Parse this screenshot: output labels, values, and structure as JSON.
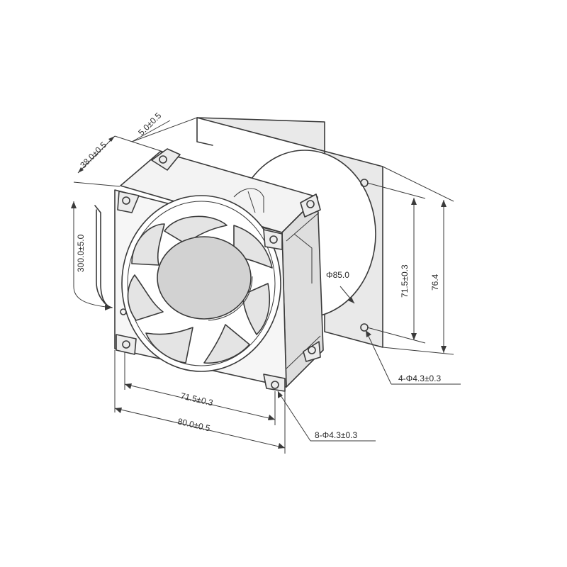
{
  "drawing": {
    "dimensions": {
      "depth": "38.0±0.5",
      "flange": "5.0±0.5",
      "lead_length": "300.0±5.0",
      "front_hole_pitch": "71.5±0.3",
      "front_width": "80.0±0.5",
      "front_holes": "8-Φ4.3±0.3",
      "rear_diameter": "Φ85.0",
      "rear_hole_pitch": "71.5±0.3",
      "rear_height": "76.4",
      "rear_holes": "4-Φ4.3±0.3"
    }
  }
}
